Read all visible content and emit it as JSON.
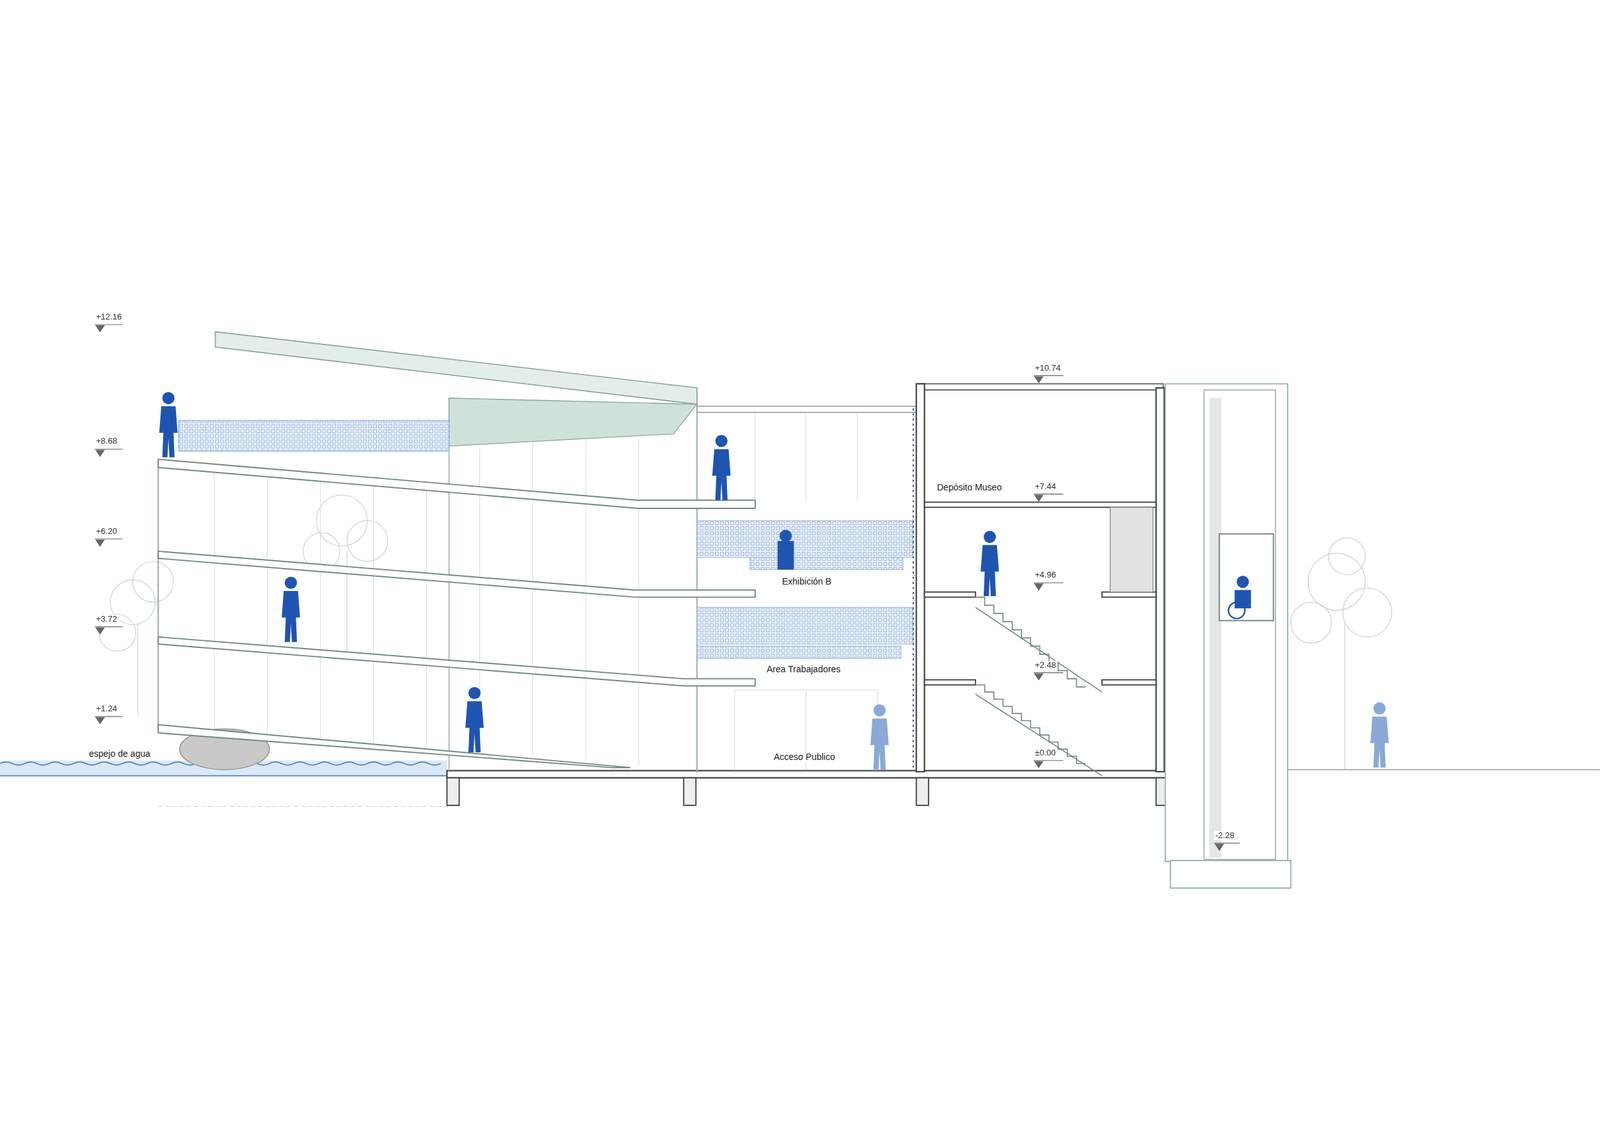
{
  "diagram": {
    "labels": [
      "+12.16",
      "+8.68",
      "+6.20",
      "+3.72",
      "+1.24",
      "espejo de agua",
      "Exhibición B",
      "Area Trabajadores",
      "Acceso Publico",
      "Depósito Museo",
      "+10.74",
      "+7.44",
      "+4.96",
      "+2.48",
      "±0.00",
      "-2.28"
    ]
  }
}
